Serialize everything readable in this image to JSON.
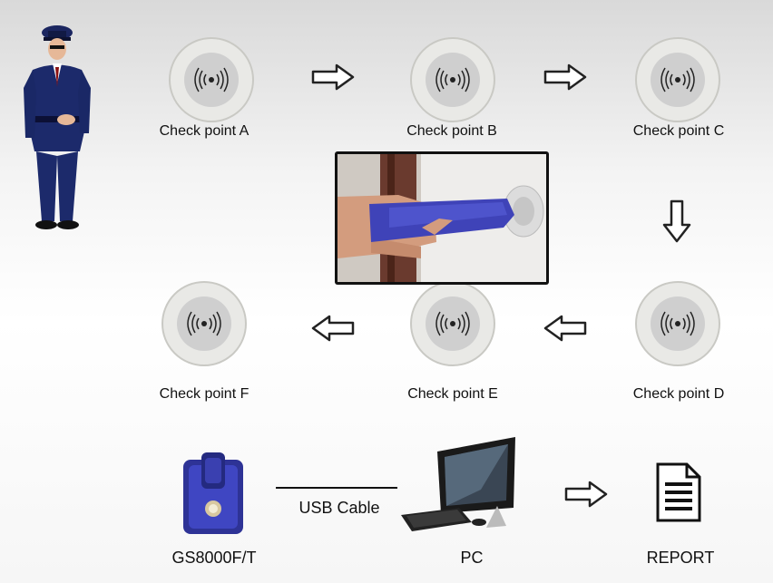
{
  "checkpoints": [
    {
      "id": "A",
      "label": "Check point A"
    },
    {
      "id": "B",
      "label": "Check point B"
    },
    {
      "id": "C",
      "label": "Check point C"
    },
    {
      "id": "D",
      "label": "Check point D"
    },
    {
      "id": "E",
      "label": "Check point E"
    },
    {
      "id": "F",
      "label": "Check point F"
    }
  ],
  "bottom": {
    "device_label": "GS8000F/T",
    "cable_label": "USB Cable",
    "pc_label": "PC",
    "report_label": "REPORT"
  },
  "colors": {
    "uniform": "#1c2a6b",
    "device": "#3a3fae",
    "arrow_fill": "#ffffff",
    "arrow_stroke": "#222222",
    "checkpoint_ring": "#e9e9e6",
    "checkpoint_center": "#cfcfcf"
  }
}
